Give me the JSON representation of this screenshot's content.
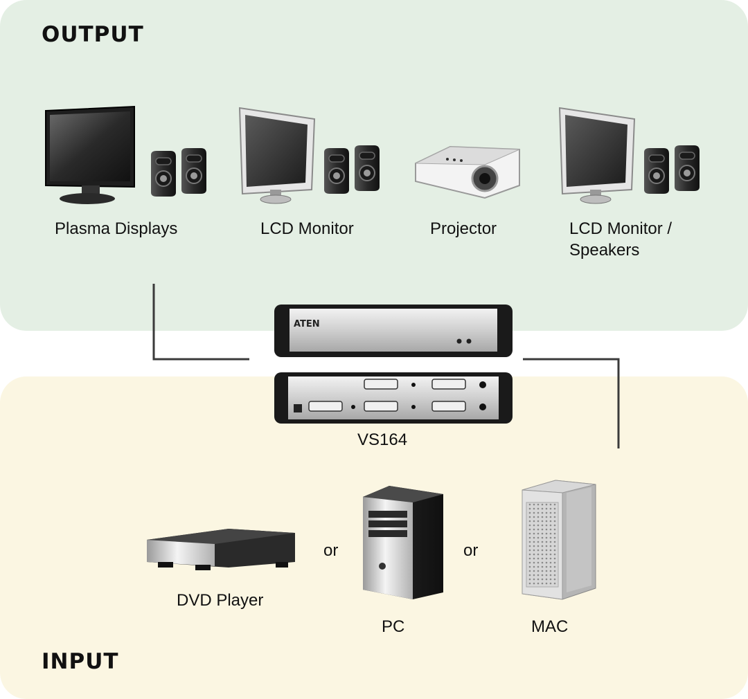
{
  "output": {
    "title": "OUTPUT",
    "devices": [
      {
        "label": "Plasma Displays",
        "icon": "plasma-display-with-speakers"
      },
      {
        "label": "LCD Monitor",
        "icon": "lcd-monitor-with-speakers"
      },
      {
        "label": "Projector",
        "icon": "projector"
      },
      {
        "label_line1": "LCD Monitor /",
        "label_line2": "Speakers",
        "icon": "lcd-monitor-with-speakers"
      }
    ]
  },
  "switch": {
    "label": "VS164",
    "brand": "ATEN"
  },
  "input": {
    "title": "INPUT",
    "devices": [
      {
        "label": "DVD Player",
        "icon": "dvd-player"
      },
      {
        "label": "PC",
        "icon": "pc-tower"
      },
      {
        "label": "MAC",
        "icon": "mac-tower"
      }
    ],
    "separators": [
      "or",
      "or"
    ]
  },
  "colors": {
    "output_bg": "#e4efe4",
    "input_bg": "#fbf6e2",
    "line": "#3a3a3a"
  }
}
